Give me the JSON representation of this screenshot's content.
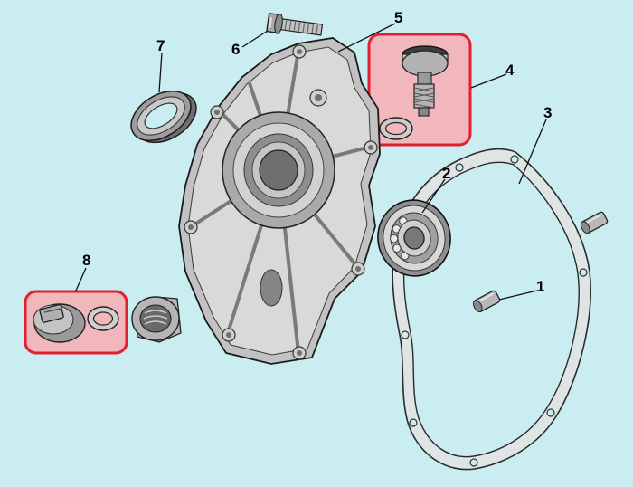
{
  "colors": {
    "background": "#c9edf1",
    "highlight-fill": "#f2b6bd",
    "highlight-border": "#e3202f",
    "line": "#1a1a1a",
    "label": "#000000"
  },
  "diagram": {
    "type": "exploded-parts-diagram",
    "subject": "engine-crankcase-side-cover-assembly",
    "callouts": [
      {
        "label": "1",
        "part": "dowel-pin",
        "highlighted": false
      },
      {
        "label": "2",
        "part": "ball-bearing",
        "highlighted": false
      },
      {
        "label": "3",
        "part": "crankcase-cover-gasket",
        "highlighted": false
      },
      {
        "label": "4",
        "part": "oil-filler-cap-dipstick-with-o-ring",
        "highlighted": true
      },
      {
        "label": "5",
        "part": "crankcase-side-cover",
        "highlighted": false
      },
      {
        "label": "6",
        "part": "flange-bolt",
        "highlighted": false
      },
      {
        "label": "7",
        "part": "oil-seal",
        "highlighted": false
      },
      {
        "label": "8",
        "part": "oil-drain-plug-with-washer",
        "highlighted": true
      }
    ]
  }
}
